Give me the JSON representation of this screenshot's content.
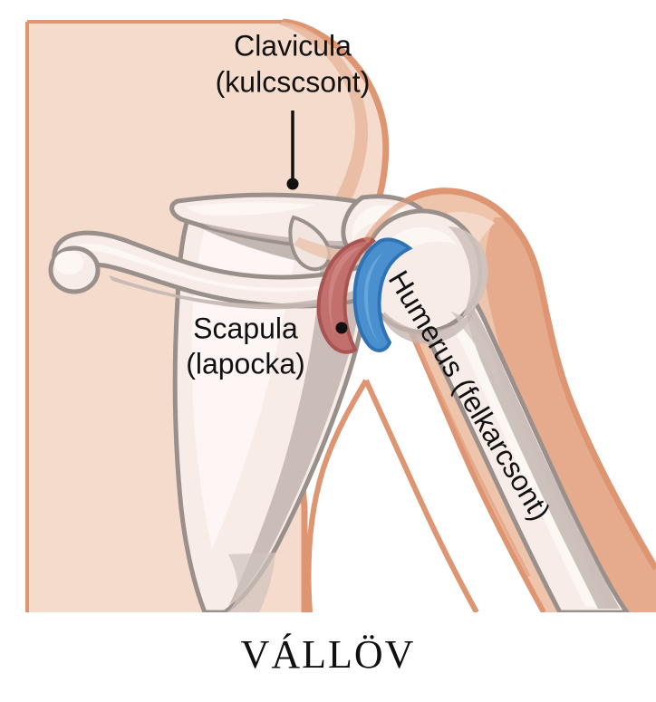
{
  "figure": {
    "title": "VÁLLÖV",
    "subject": "shoulder-girdle-anatomy-diagram",
    "labels": [
      {
        "id": "clavicula",
        "line1": "Clavicula",
        "line2": "(kulcscsont)",
        "has_leader_line": true,
        "has_marker_dot": true
      },
      {
        "id": "scapula",
        "line1": "Scapula",
        "line2": "(lapocka)",
        "has_leader_line": false,
        "has_marker_dot": false
      },
      {
        "id": "humerus",
        "line1": "Humerus (felkarcsont)",
        "line2": "",
        "rotated": true,
        "has_leader_line": false,
        "has_marker_dot": false
      }
    ],
    "joint_marker": {
      "name": "glenohumeral-joint-dot",
      "visible": true
    },
    "colors": {
      "background": "#ffffff",
      "skin_light": "#f4dbcc",
      "skin_mid": "#eec4ab",
      "skin_dark": "#e3a383",
      "skin_outline": "#de9571",
      "skin_deep": "#d98c68",
      "bone_fill": "#f7ece8",
      "bone_light": "#fdf7f4",
      "bone_shadow": "#cfc3bd",
      "bone_shadow_dark": "#b9aca6",
      "bone_outline": "#9a908b",
      "cartilage_red": "#c1706e",
      "cartilage_red_dark": "#a85451",
      "cartilage_red_light": "#cf8583",
      "cartilage_blue": "#4a90cf",
      "cartilage_blue_dark": "#2f73b4",
      "cartilage_blue_light": "#6aa8dd",
      "leader_line": "#111111",
      "text": "#111111"
    }
  }
}
